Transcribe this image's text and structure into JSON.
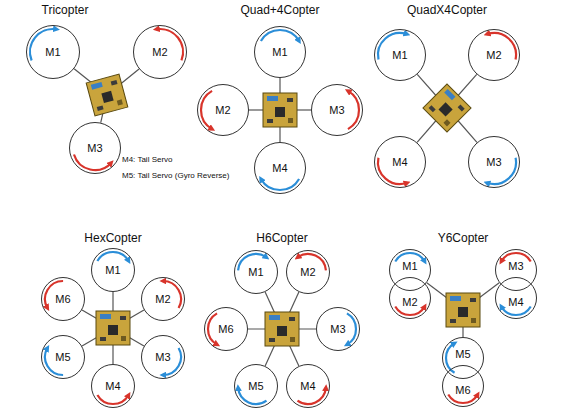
{
  "diagram": {
    "nodes": [
      {
        "text": [
          "M1"
        ]
      },
      {
        "text": [
          "M2"
        ]
      },
      {
        "text": [
          "M3"
        ]
      },
      {
        "text": [
          "M1"
        ]
      },
      {
        "text": [
          "M2"
        ]
      },
      {
        "text": [
          "M3"
        ]
      },
      {
        "text": [
          "M4"
        ]
      },
      {
        "text": [
          "M1"
        ]
      },
      {
        "text": [
          "M2"
        ]
      },
      {
        "text": [
          "M3"
        ]
      },
      {
        "text": [
          "M4"
        ]
      },
      {
        "text": [
          "M1"
        ]
      },
      {
        "text": [
          "M2"
        ]
      },
      {
        "text": [
          "M3"
        ]
      },
      {
        "text": [
          "M4"
        ]
      },
      {
        "text": [
          "M5"
        ]
      },
      {
        "text": [
          "M6"
        ]
      },
      {
        "text": [
          "M1"
        ]
      },
      {
        "text": [
          "M2"
        ]
      },
      {
        "text": [
          "M3"
        ]
      },
      {
        "text": [
          "M4"
        ]
      },
      {
        "text": [
          "M5"
        ]
      },
      {
        "text": [
          "M6"
        ]
      },
      {
        "text": [
          "M1"
        ]
      },
      {
        "text": [
          "M2"
        ]
      },
      {
        "text": [
          "M3"
        ]
      },
      {
        "text": [
          "M4"
        ]
      },
      {
        "text": [
          "M5"
        ]
      },
      {
        "text": [
          "M6"
        ]
      }
    ],
    "labels": [
      "Tricopter",
      "M4: Tail Servo",
      "M5: Tail Servo (Gyro Reverse)",
      "Quad+4Copter",
      "QuadX4Copter",
      "HexCopter",
      "H6Copter",
      "Y6Copter"
    ]
  }
}
